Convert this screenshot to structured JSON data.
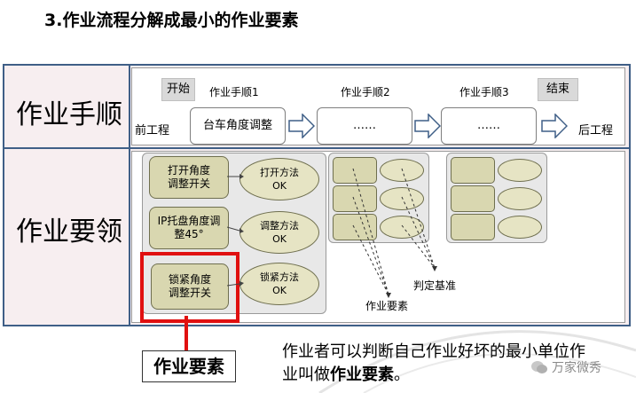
{
  "title": "3.作业流程分解成最小的作业要素",
  "procedure": {
    "row_label": "作业手顺",
    "start": "开始",
    "end": "结束",
    "prev": "前工程",
    "next": "后工程",
    "steps": [
      {
        "label": "作业手顺1",
        "box": "台车角度调整"
      },
      {
        "label": "作业手顺2",
        "box": "……"
      },
      {
        "label": "作业手顺3",
        "box": "……"
      }
    ]
  },
  "essentials": {
    "row_label": "作业要领",
    "items": [
      {
        "box": "打开角度\n调整开关",
        "method": "打开方法",
        "status": "OK"
      },
      {
        "box": "IP托盘角度调\n整45°",
        "method": "调整方法",
        "status": "OK"
      },
      {
        "box": "锁紧角度\n调整开关",
        "method": "锁紧方法",
        "status": "OK"
      }
    ],
    "judge_label": "判定基准",
    "element_label": "作业要素"
  },
  "callout": {
    "label": "作业要素",
    "note_line1": "作业者可以判断自己作业好坏的最小单位作",
    "note_line2_prefix": "业叫做",
    "note_line2_bold": "作业要素",
    "note_line2_suffix": "。"
  },
  "watermark": "万家微秀",
  "colors": {
    "frame": "#3f5f87",
    "row_bg": "#f7eef0",
    "element_box": "#d9d7b0",
    "highlight": "#e01010"
  }
}
